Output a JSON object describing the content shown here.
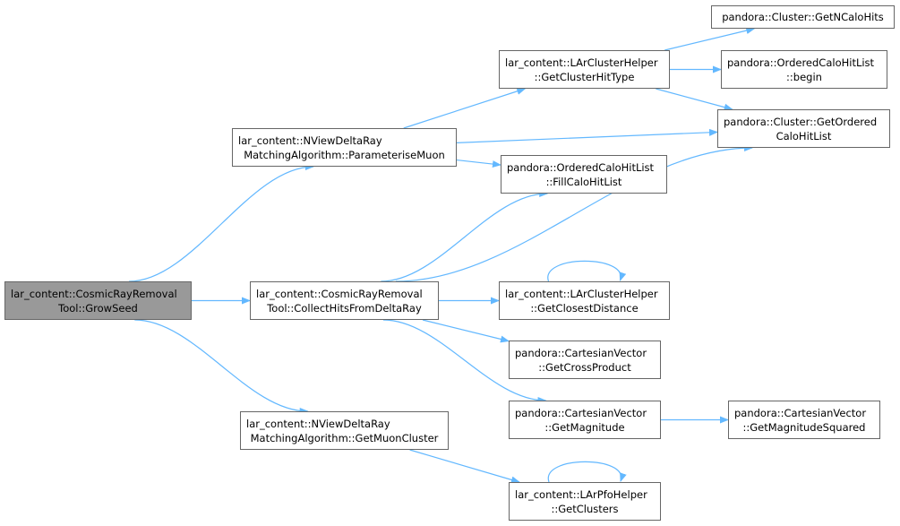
{
  "colors": {
    "edge": "#63b8ff",
    "node_border": "#666666",
    "root_fill": "#999999",
    "node_fill": "#ffffff"
  },
  "nodes": {
    "growseed": {
      "line1": "lar_content::CosmicRayRemoval",
      "line2": "Tool::GrowSeed"
    },
    "parameterisemuon": {
      "line1": "lar_content::NViewDeltaRay",
      "line2": "MatchingAlgorithm::ParameteriseMuon"
    },
    "collecthits": {
      "line1": "lar_content::CosmicRayRemoval",
      "line2": "Tool::CollectHitsFromDeltaRay"
    },
    "getmuoncluster": {
      "line1": "lar_content::NViewDeltaRay",
      "line2": "MatchingAlgorithm::GetMuonCluster"
    },
    "getclusterhittype": {
      "line1": "lar_content::LArClusterHelper",
      "line2": "::GetClusterHitType"
    },
    "fillcalohitlist": {
      "line1": "pandora::OrderedCaloHitList",
      "line2": "::FillCaloHitList"
    },
    "getclosestdistance": {
      "line1": "lar_content::LArClusterHelper",
      "line2": "::GetClosestDistance"
    },
    "getcrossproduct": {
      "line1": "pandora::CartesianVector",
      "line2": "::GetCrossProduct"
    },
    "getmagnitude": {
      "line1": "pandora::CartesianVector",
      "line2": "::GetMagnitude"
    },
    "getclusters": {
      "line1": "lar_content::LArPfoHelper",
      "line2": "::GetClusters"
    },
    "getncalohits": {
      "line1": "pandora::Cluster::GetNCaloHits",
      "line2": ""
    },
    "begin": {
      "line1": "pandora::OrderedCaloHitList",
      "line2": "::begin"
    },
    "getorderedcalohitlist": {
      "line1": "pandora::Cluster::GetOrdered",
      "line2": "CaloHitList"
    },
    "getmagnitudesquared": {
      "line1": "pandora::CartesianVector",
      "line2": "::GetMagnitudeSquared"
    }
  },
  "edges": [
    [
      "growseed",
      "parameterisemuon"
    ],
    [
      "growseed",
      "collecthits"
    ],
    [
      "growseed",
      "getmuoncluster"
    ],
    [
      "parameterisemuon",
      "getclusterhittype"
    ],
    [
      "parameterisemuon",
      "getorderedcalohitlist"
    ],
    [
      "parameterisemuon",
      "fillcalohitlist"
    ],
    [
      "collecthits",
      "fillcalohitlist"
    ],
    [
      "collecthits",
      "getorderedcalohitlist"
    ],
    [
      "collecthits",
      "getclosestdistance"
    ],
    [
      "collecthits",
      "getcrossproduct"
    ],
    [
      "collecthits",
      "getmagnitude"
    ],
    [
      "getmuoncluster",
      "getclusters"
    ],
    [
      "getclusterhittype",
      "getncalohits"
    ],
    [
      "getclusterhittype",
      "begin"
    ],
    [
      "getclusterhittype",
      "getorderedcalohitlist"
    ],
    [
      "getclosestdistance",
      "getclosestdistance"
    ],
    [
      "getmagnitude",
      "getmagnitudesquared"
    ],
    [
      "getclusters",
      "getclusters"
    ]
  ]
}
